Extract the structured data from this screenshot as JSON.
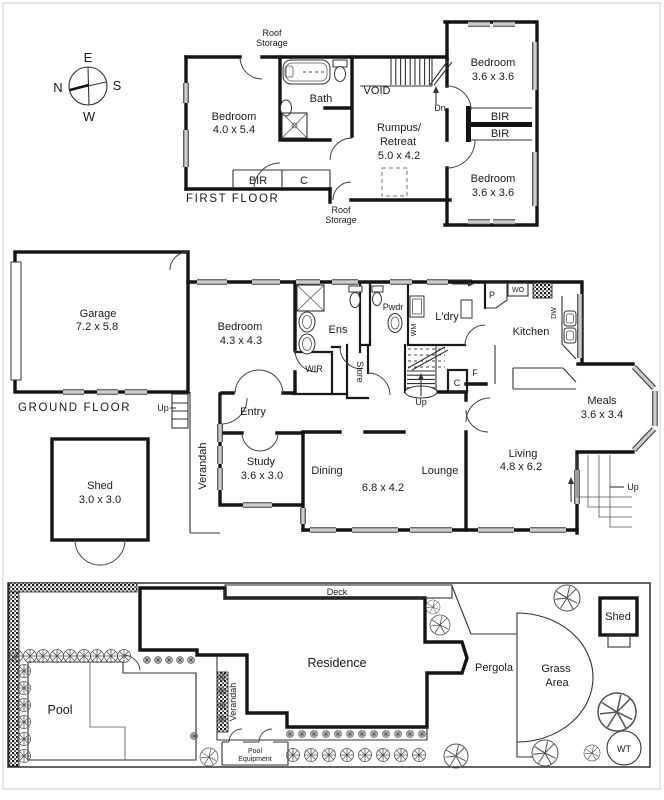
{
  "palette": {
    "wall": "#141414",
    "window_gray": "#cccccc",
    "text": "#1a1a1a",
    "background": "#ffffff"
  },
  "compass": {
    "north": "N",
    "east": "E",
    "south": "S",
    "west": "W"
  },
  "first_floor": {
    "title": "FIRST FLOOR",
    "roof_storage_top_1": "Roof",
    "roof_storage_top_2": "Storage",
    "roof_storage_bottom_1": "Roof",
    "roof_storage_bottom_2": "Storage",
    "bedroom_main_name": "Bedroom",
    "bedroom_main_dim": "4.0 x 5.4",
    "bath": "Bath",
    "void": "VOID",
    "dn": "Dn",
    "rumpus_1": "Rumpus/",
    "rumpus_2": "Retreat",
    "rumpus_dim": "5.0 x 4.2",
    "bedroom_ne_name": "Bedroom",
    "bedroom_ne_dim": "3.6 x 3.6",
    "bedroom_se_name": "Bedroom",
    "bedroom_se_dim": "3.6 x 3.6",
    "bir_main": "BIR",
    "closet_main": "C",
    "bir_1": "BIR",
    "bir_2": "BIR"
  },
  "ground_floor": {
    "title": "GROUND FLOOR",
    "garage_name": "Garage",
    "garage_dim": "7.2 x 5.8",
    "up_drive": "Up",
    "bedroom_name": "Bedroom",
    "bedroom_dim": "4.3 x 4.3",
    "ens": "Ens",
    "pwdr": "Pwdr",
    "wm": "WM",
    "ldry": "L'dry",
    "p": "P",
    "wo": "WO",
    "dw": "DW",
    "kitchen": "Kitchen",
    "f": "F",
    "c": "C",
    "store": "Store",
    "wir": "WIR",
    "up_stairs": "Up",
    "entry": "Entry",
    "verandah": "Verandah",
    "study_name": "Study",
    "study_dim": "3.6 x 3.0",
    "dining_name": "Dining",
    "dining_dim": "6.8 x 4.2",
    "lounge": "Lounge",
    "living_name": "Living",
    "living_dim": "4.8 x 6.2",
    "meals_name": "Meals",
    "meals_dim": "3.6 x 3.4",
    "up_terrace": "Up",
    "shed_name": "Shed",
    "shed_dim": "3.0 x 3.0"
  },
  "site_plan": {
    "pool": "Pool",
    "deck": "Deck",
    "residence": "Residence",
    "verandah": "Verandah",
    "pergola": "Pergola",
    "grass_1": "Grass",
    "grass_2": "Area",
    "shed": "Shed",
    "wt": "WT",
    "pool_equipment_1": "Pool",
    "pool_equipment_2": "Equipment"
  }
}
